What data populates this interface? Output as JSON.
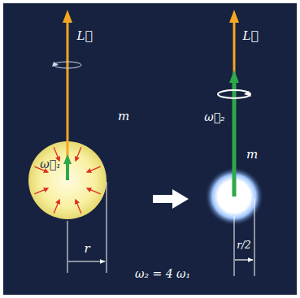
{
  "diagram": {
    "labels": [
      "L⃗",
      "ω⃗₁",
      "m",
      "r",
      "L⃗",
      "ω⃗₂",
      "m",
      "r/2",
      "ω₂ = 4 ω₁"
    ]
  }
}
